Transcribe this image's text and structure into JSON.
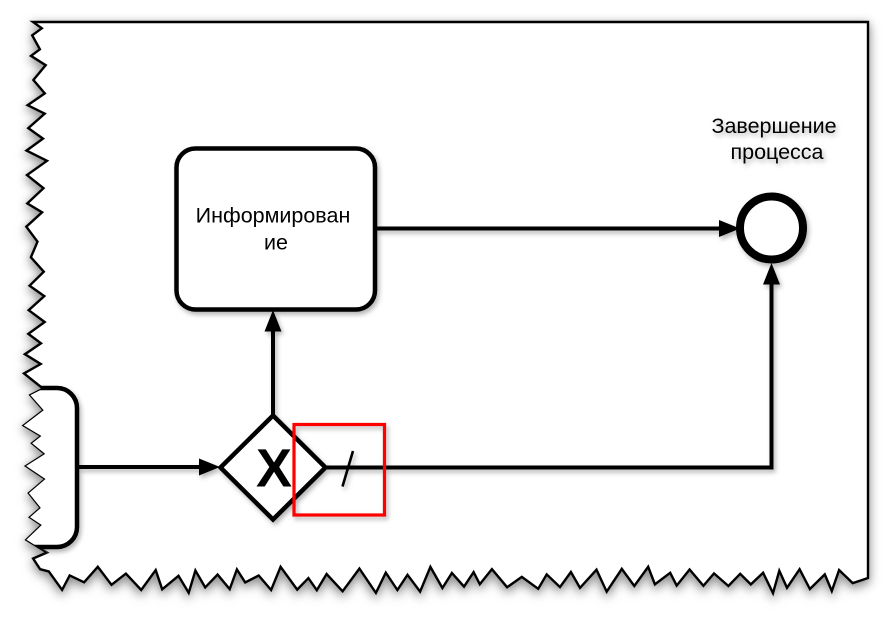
{
  "page": {
    "background_color": "#ffffff",
    "ink_color": "#000000"
  },
  "diagram": {
    "task_informing": {
      "label_lines": [
        "Информирован",
        "ие"
      ]
    },
    "end_event": {
      "label_lines": [
        "Завершение",
        "процесса"
      ]
    },
    "gateway_exclusive": {
      "marker": "X"
    },
    "highlight": {
      "color": "#fe0000"
    }
  }
}
